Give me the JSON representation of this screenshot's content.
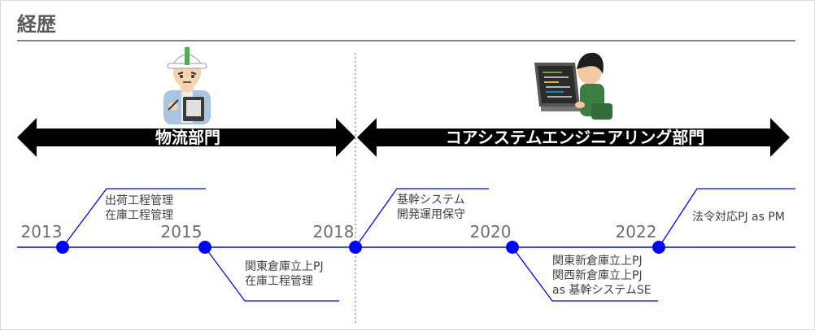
{
  "title": "経歴",
  "departments": [
    {
      "label": "物流部門",
      "icon": "construction-worker-clipboard-icon"
    },
    {
      "label": "コアシステムエンジニアリング部門",
      "icon": "programmer-at-computer-icon"
    }
  ],
  "timeline": {
    "years": [
      "2013",
      "2015",
      "2018",
      "2020",
      "2022"
    ],
    "events": [
      {
        "lines": [
          "出荷工程管理",
          "在庫工程管理"
        ]
      },
      {
        "lines": [
          "関東倉庫立上PJ",
          "在庫工程管理"
        ]
      },
      {
        "lines": [
          "基幹システム",
          "開発運用保守"
        ]
      },
      {
        "lines": [
          "関東新倉庫立上PJ",
          "関西新倉庫立上PJ",
          "as 基幹システムSE"
        ]
      },
      {
        "lines": [
          "法令対応PJ as PM"
        ]
      }
    ]
  },
  "colors": {
    "timeline": "#0000ff",
    "arrow": "#000000",
    "title": "#595959"
  }
}
